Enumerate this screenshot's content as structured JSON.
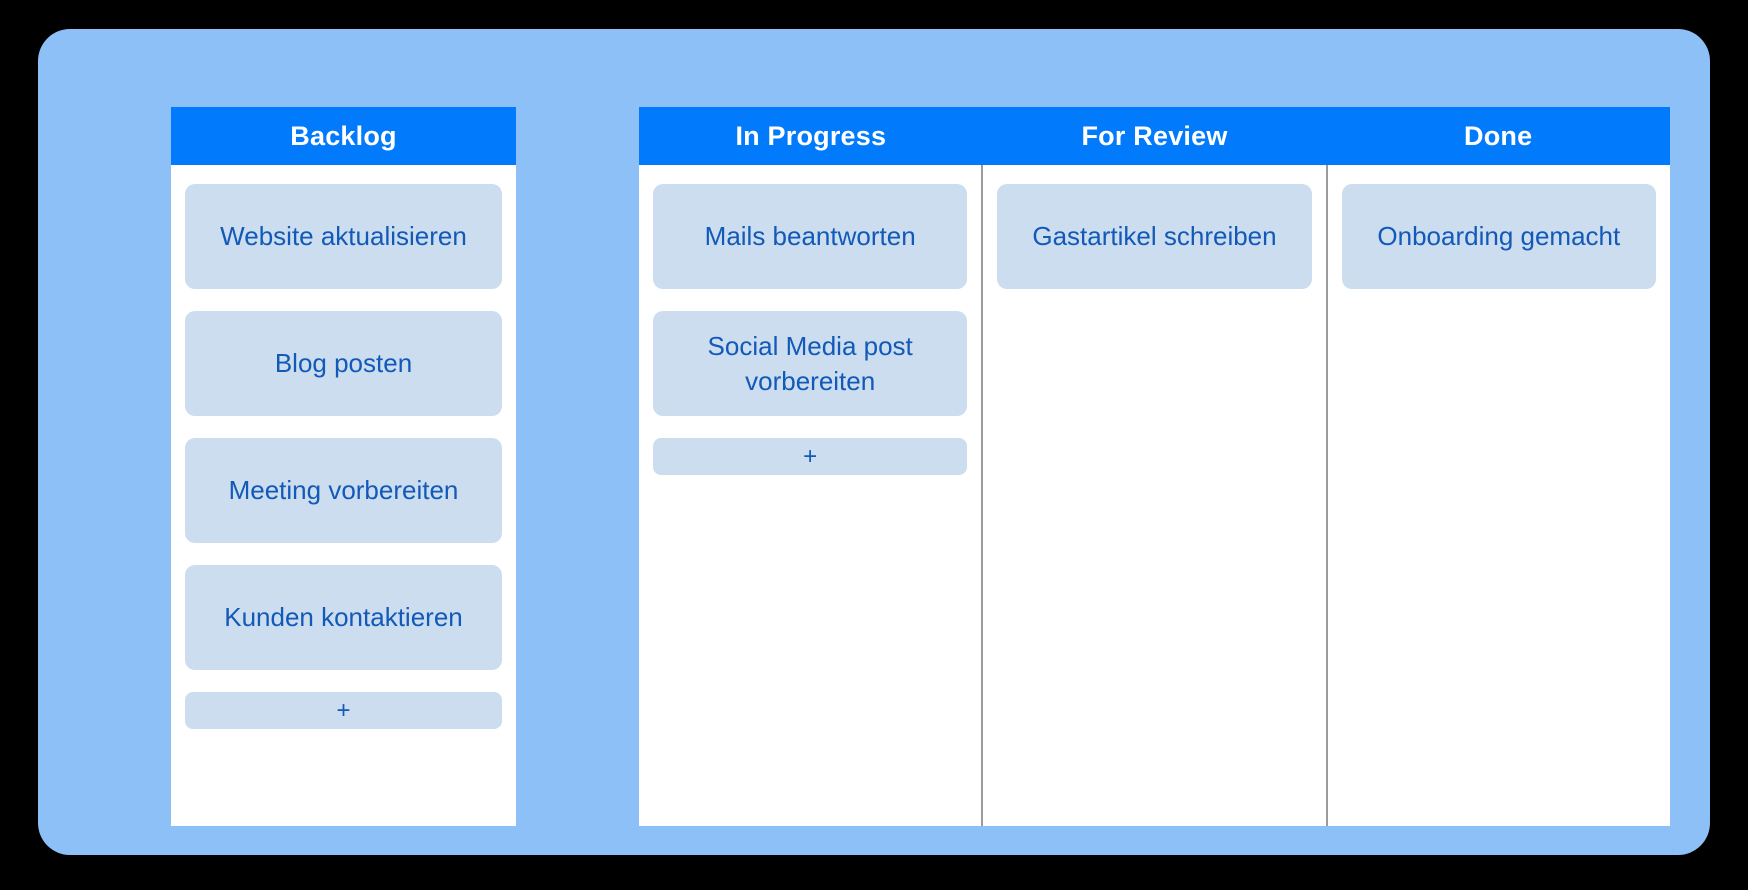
{
  "board": {
    "surface_color": "#8cc0f7",
    "panel_color": "#ffffff",
    "header_color": "#027afc",
    "card_color": "#cbddef",
    "card_text_color": "#1259b8",
    "divider_color": "#9b9b9b",
    "add_label": "+"
  },
  "backlog_panel": {
    "columns": [
      {
        "title": "Backlog",
        "cards": [
          {
            "title": "Website aktualisieren"
          },
          {
            "title": "Blog posten"
          },
          {
            "title": "Meeting vorbereiten"
          },
          {
            "title": "Kunden kontaktieren"
          }
        ],
        "add_label": "+",
        "has_add": true
      }
    ]
  },
  "workflow_panel": {
    "columns": [
      {
        "title": "In Progress",
        "cards": [
          {
            "title": "Mails beantworten"
          },
          {
            "title": "Social Media post vorbereiten"
          }
        ],
        "add_label": "+",
        "has_add": true
      },
      {
        "title": "For Review",
        "cards": [
          {
            "title": "Gastartikel schreiben"
          }
        ],
        "add_label": "+",
        "has_add": false
      },
      {
        "title": "Done",
        "cards": [
          {
            "title": "Onboarding gemacht"
          }
        ],
        "add_label": "+",
        "has_add": false
      }
    ]
  }
}
